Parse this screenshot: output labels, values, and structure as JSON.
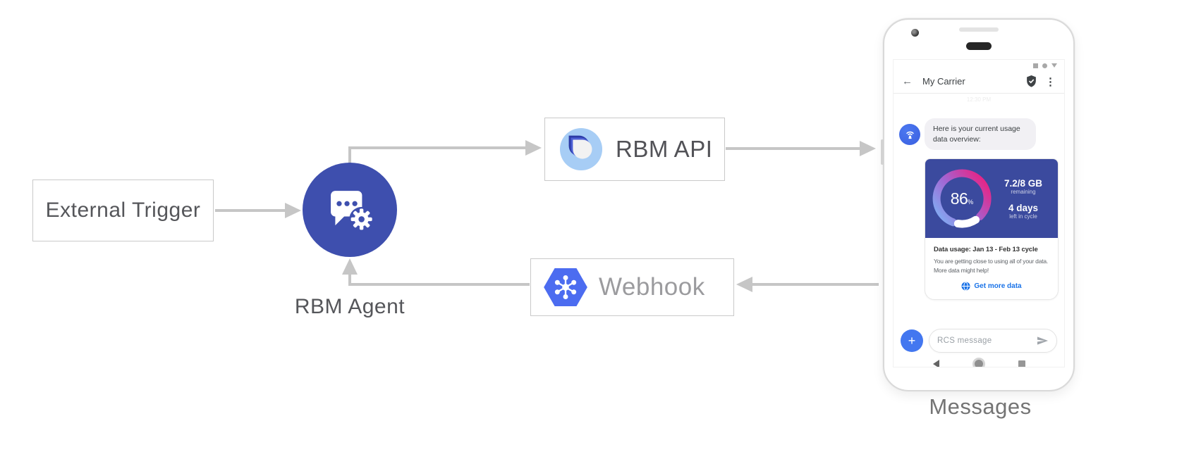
{
  "diagram": {
    "nodes": {
      "external_trigger": "External Trigger",
      "rbm_agent": "RBM Agent",
      "rbm_api": "RBM API",
      "webhook": "Webhook"
    },
    "phone_caption": "Messages"
  },
  "phone": {
    "status_icons": [
      "square",
      "dot",
      "triangle-down"
    ],
    "header": {
      "back_icon": "←",
      "title": "My Carrier",
      "verified_icon": "shield-check",
      "menu_icon": "⋮"
    },
    "timestamp": "12:30 PM",
    "chat": {
      "agent_avatar_icon": "antenna-broadcast",
      "agent_message": "Here is your current usage data overview:"
    },
    "usage_card": {
      "gauge": {
        "percent": "86",
        "unit": "%"
      },
      "remaining_value": "7.2/8 GB",
      "remaining_label": "remaining",
      "cycle_value": "4 days",
      "cycle_label": "left in cycle",
      "title": "Data usage: Jan 13 - Feb 13 cycle",
      "body_line1": "You are getting close to using all of your data.",
      "body_line2": "More data might help!",
      "action_icon": "globe",
      "action_label": "Get more data"
    },
    "compose": {
      "plus_label": "+",
      "placeholder": "RCS message",
      "send_icon": "send-arrow"
    },
    "navbar_icons": [
      "back-triangle",
      "home-circle",
      "recent-square"
    ]
  },
  "colors": {
    "agent_circle": "#3e4fae",
    "card_indigo": "#3b4a9e",
    "webhook_hex": "#4c6cf0",
    "api_logo_light_blue": "#a7cdf5",
    "api_logo_dark": "#2b3aa6",
    "api_logo_mid": "#4c5fd4",
    "avatar_blue": "#3f68e8",
    "plus_blue": "#4377f0",
    "link_blue": "#1a73e8",
    "arrow_gray": "#c6c6c6",
    "gauge_gradient": [
      "#7fb1f5",
      "#a364d2",
      "#e62586"
    ]
  }
}
